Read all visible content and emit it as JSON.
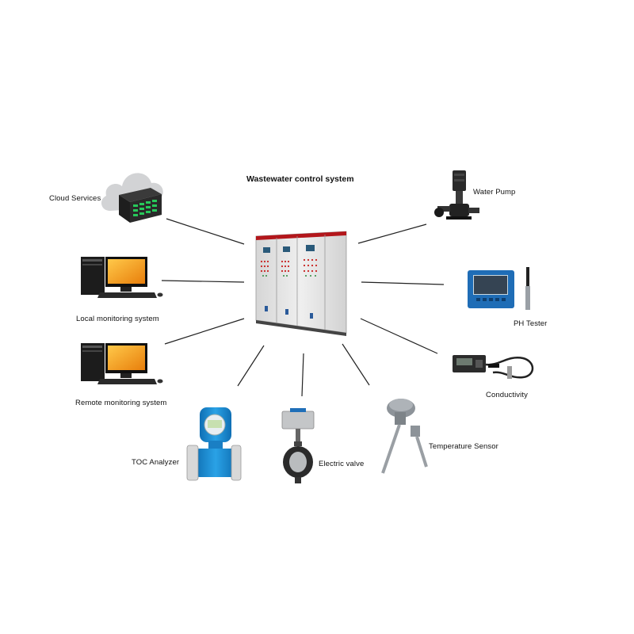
{
  "diagram": {
    "title": "Wastewater control system",
    "nodes": {
      "cloud": {
        "label": "Cloud Services",
        "icon": "cloud-server-icon"
      },
      "local": {
        "label": "Local monitoring system",
        "icon": "desktop-computer-icon"
      },
      "remote": {
        "label": "Remote monitoring system",
        "icon": "desktop-computer-icon"
      },
      "toc": {
        "label": "TOC Analyzer",
        "icon": "flowmeter-icon"
      },
      "valve": {
        "label": "Electric valve",
        "icon": "butterfly-valve-icon"
      },
      "temp": {
        "label": "Temperature Sensor",
        "icon": "thermocouple-icon"
      },
      "cond": {
        "label": "Conductivity",
        "icon": "conductivity-meter-icon"
      },
      "ph": {
        "label": "PH Tester",
        "icon": "ph-meter-icon"
      },
      "pump": {
        "label": "Water Pump",
        "icon": "water-pump-icon"
      }
    },
    "center_icon": "control-cabinet-icon",
    "colors": {
      "accent_blue": "#1e8fd6",
      "cabinet": "#e4e4e4",
      "cabinet_top": "#b3161b",
      "screen": "#f7a21b"
    }
  }
}
